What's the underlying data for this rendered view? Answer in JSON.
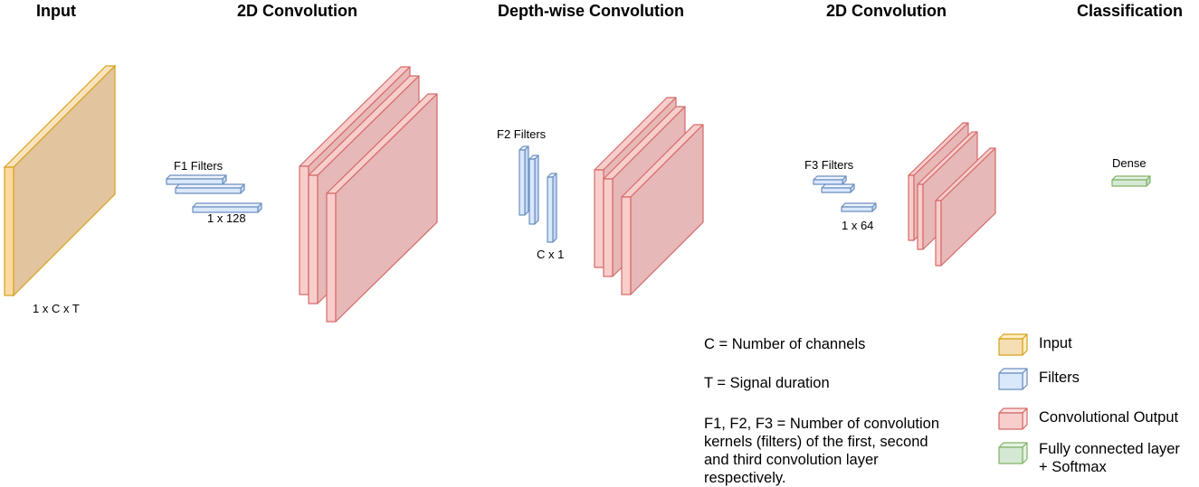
{
  "sections": {
    "input": "Input",
    "conv1": "2D Convolution",
    "depthwise": "Depth-wise Convolution",
    "conv2": "2D Convolution",
    "classification": "Classification"
  },
  "labels": {
    "input_dims": "1 x C x T",
    "f1_filters": "F1 Filters",
    "f1_kernel": "1 x 128",
    "f2_filters": "F2 Filters",
    "f2_kernel": "C x 1",
    "f3_filters": "F3 Filters",
    "f3_kernel": "1 x 64",
    "dense": "Dense"
  },
  "notes": {
    "c_def": "C = Number of channels",
    "t_def": "T = Signal duration",
    "f_def": "F1, F2, F3 = Number of convolution kernels (filters) of the first, second and third convolution layer respectively."
  },
  "legend": [
    {
      "label": "Input",
      "fill": "#f5deb3",
      "stroke": "#d6a21c",
      "side": "#fdefc4"
    },
    {
      "label": "Filters",
      "fill": "#dae8fc",
      "stroke": "#6c8ebf",
      "side": "#eaf2fd"
    },
    {
      "label": "Convolutional Output",
      "fill": "#f8cecc",
      "stroke": "#d46a6a",
      "side": "#fbe1e0"
    },
    {
      "label": "Fully connected layer\n+ Softmax",
      "fill": "#d5e8d4",
      "stroke": "#82b366",
      "side": "#e6f2e5"
    }
  ],
  "colors": {
    "input_fill": "#e2c49e",
    "input_side": "#fbd9a0",
    "input_stroke": "#d6a21c",
    "filter_fill": "#dae8fc",
    "filter_stroke": "#6c8ebf",
    "conv_fill": "#e6b8b7",
    "conv_side": "#f8cecc",
    "conv_stroke": "#d46a6a",
    "dense_fill": "#d5e8d4",
    "dense_stroke": "#82b366"
  }
}
